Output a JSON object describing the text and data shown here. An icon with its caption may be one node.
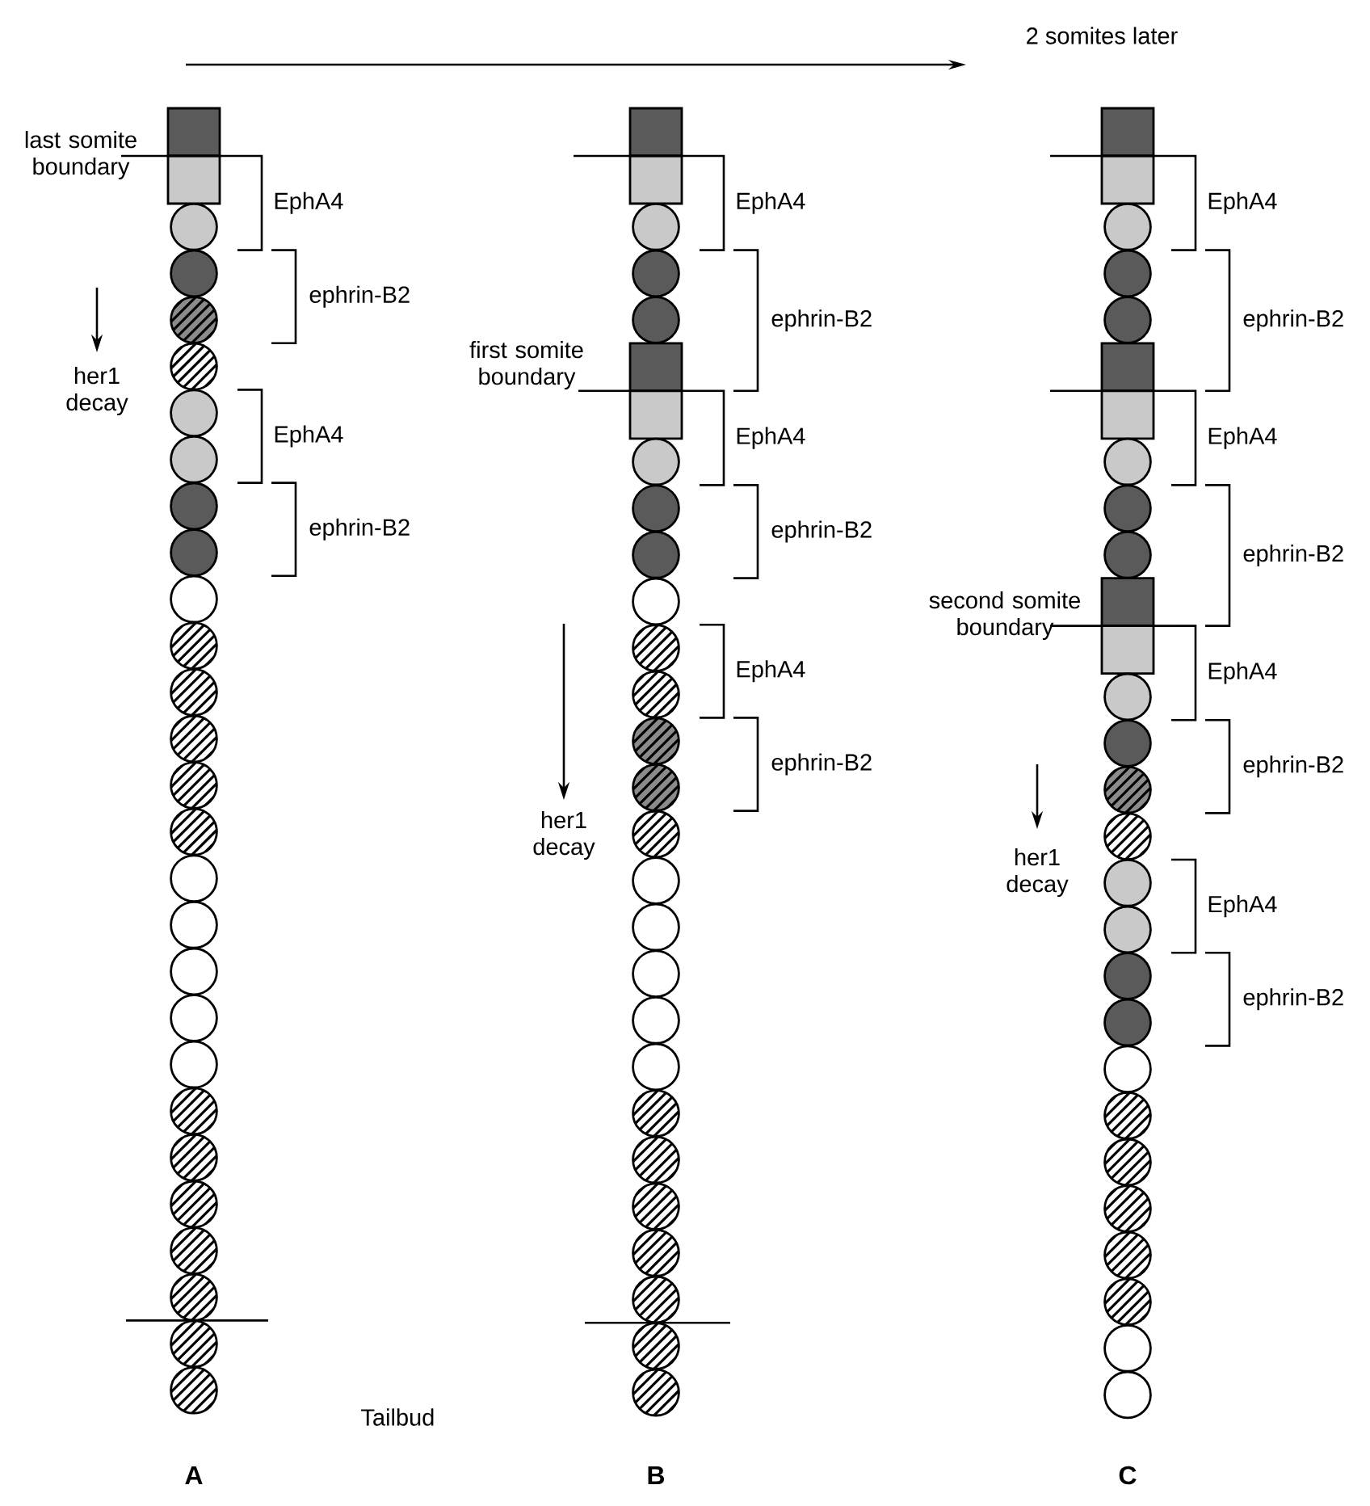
{
  "diagram": {
    "labels": [
      "2 somites later",
      "last somite boundary",
      "EphA4",
      "ephrin-B2",
      "her1 decay",
      "EphA4",
      "ephrin-B2",
      "EphA4",
      "ephrin-B2",
      "first somite boundary",
      "EphA4",
      "ephrin-B2",
      "EphA4",
      "ephrin-B2",
      "her1 decay",
      "EphA4",
      "ephrin-B2",
      "EphA4",
      "ephrin-B2",
      "second somite boundary",
      "EphA4",
      "ephrin-B2",
      "her1 decay",
      "EphA4",
      "ephrin-B2",
      "Tailbud",
      "A",
      "B",
      "C"
    ]
  }
}
